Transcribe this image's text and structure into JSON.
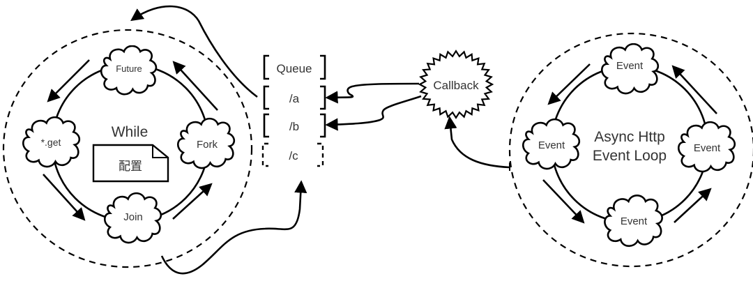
{
  "diagram": {
    "left_loop": {
      "center_title": "While",
      "config_note": "配置",
      "nodes": [
        "Future",
        "*.get",
        "Join",
        "Fork"
      ]
    },
    "queue": {
      "header": "Queue",
      "items": [
        {
          "label": "/a",
          "style": "solid"
        },
        {
          "label": "/b",
          "style": "solid"
        },
        {
          "label": "/c",
          "style": "dashed"
        }
      ]
    },
    "callback": {
      "label": "Callback"
    },
    "right_loop": {
      "center_title_line1": "Async Http",
      "center_title_line2": "Event Loop",
      "nodes": [
        "Event",
        "Event",
        "Event",
        "Event"
      ]
    },
    "edges": [
      {
        "from": "Queue",
        "to": "While loop",
        "style": "curved-arrow"
      },
      {
        "from": "While loop",
        "to": "/c",
        "style": "curved-arrow"
      },
      {
        "from": "Callback",
        "to": "/a",
        "style": "wavy-arrow"
      },
      {
        "from": "Callback",
        "to": "/b",
        "style": "wavy-arrow"
      },
      {
        "from": "Async Http Event Loop",
        "to": "Callback",
        "style": "curved-arrow"
      }
    ]
  }
}
